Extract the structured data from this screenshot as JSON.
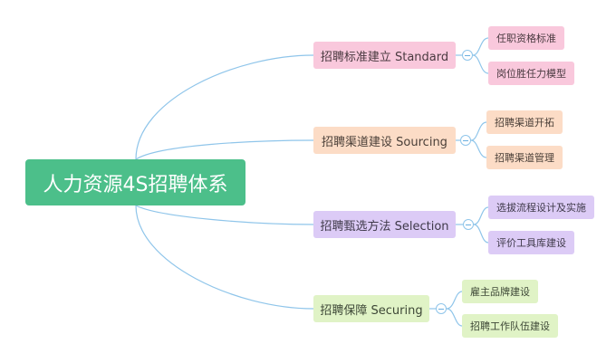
{
  "root": {
    "label": "人力资源4S招聘体系"
  },
  "branches": [
    {
      "label": "招聘标准建立 Standard",
      "children": [
        "任职资格标准",
        "岗位胜任力模型"
      ]
    },
    {
      "label": "招聘渠道建设 Sourcing",
      "children": [
        "招聘渠道开拓",
        "招聘渠道管理"
      ]
    },
    {
      "label": "招聘甄选方法 Selection",
      "children": [
        "选拔流程设计及实施",
        "评价工具库建设"
      ]
    },
    {
      "label": "招聘保障 Securing",
      "children": [
        "雇主品牌建设",
        "招聘工作队伍建设"
      ]
    }
  ],
  "colors": {
    "connector": "#8fc5ea",
    "root": "#4cbf8a",
    "standard": "#f9c8dc",
    "sourcing": "#fcdcc6",
    "selection": "#dccbf6",
    "securing": "#e0f3c6"
  }
}
